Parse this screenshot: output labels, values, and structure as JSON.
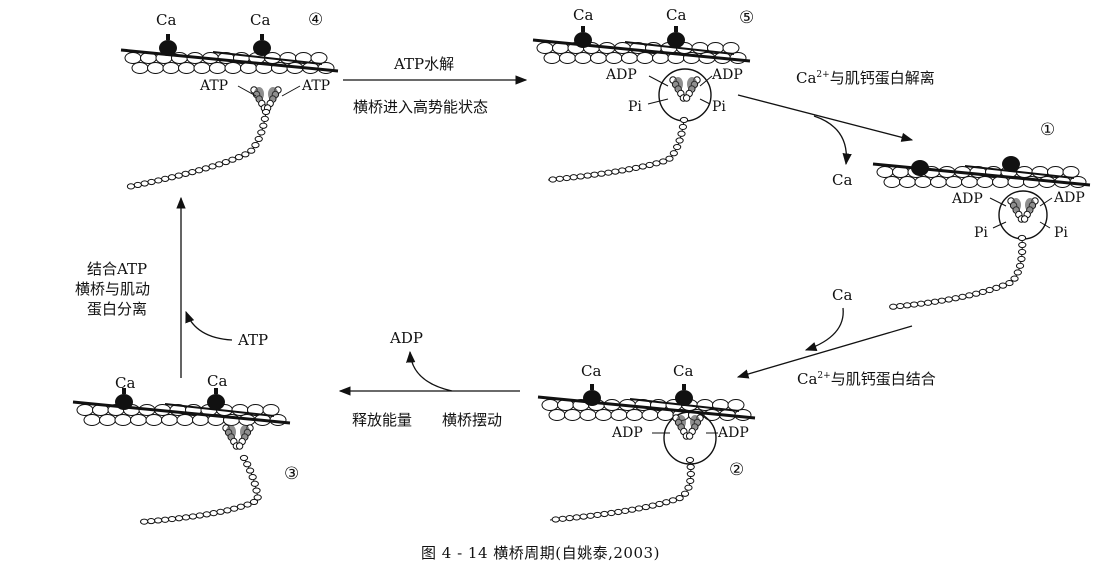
{
  "stages": {
    "s4": {
      "num": "④",
      "ca1": "Ca",
      "ca2": "Ca",
      "atp_left": "ATP",
      "atp_right": "ATP"
    },
    "s5": {
      "num": "⑤",
      "ca1": "Ca",
      "ca2": "Ca",
      "adp_left": "ADP",
      "adp_right": "ADP",
      "pi_left": "Pi",
      "pi_right": "Pi"
    },
    "s1": {
      "num": "①",
      "adp_left": "ADP",
      "adp_right": "ADP",
      "pi_left": "Pi",
      "pi_right": "Pi"
    },
    "s2": {
      "num": "②",
      "ca1": "Ca",
      "ca2": "Ca",
      "adp_left": "ADP",
      "adp_right": "ADP"
    },
    "s3": {
      "num": "③",
      "ca1": "Ca",
      "ca2": "Ca"
    }
  },
  "transitions": {
    "t45_top": "ATP水解",
    "t45_bottom": "横桥进入高势能状态",
    "t51_ca": "Ca",
    "t51_sup": "2+",
    "t51_text": "与肌钙蛋白解离",
    "t51_release": "Ca",
    "t12_input": "Ca",
    "t12_ca": "Ca",
    "t12_sup": "2+",
    "t12_text": "与肌钙蛋白结合",
    "t23_release": "ADP",
    "t23_left": "释放能量",
    "t23_right": "横桥摆动",
    "t34_input": "ATP",
    "t34_line1": "结合ATP",
    "t34_line2": "横桥与肌动",
    "t34_line3": "蛋白分离"
  },
  "caption": "图 4 - 14   横桥周期(自姚泰,2003)"
}
